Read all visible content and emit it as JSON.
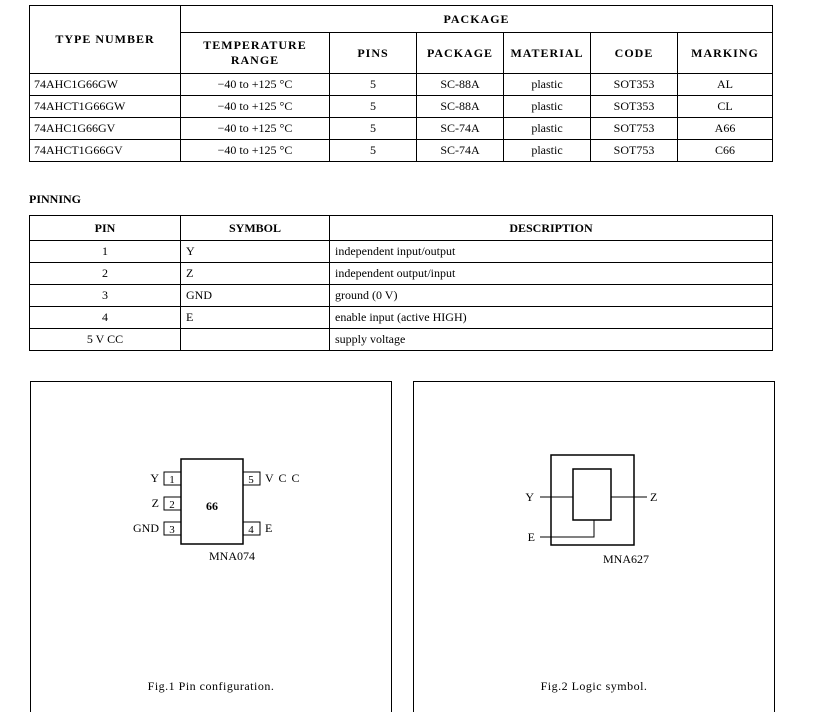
{
  "ordering_table": {
    "type_number_header": "TYPE NUMBER",
    "package_header": "PACKAGE",
    "columns": [
      "TEMPERATURE RANGE",
      "PINS",
      "PACKAGE",
      "MATERIAL",
      "CODE",
      "MARKING"
    ],
    "rows": [
      {
        "type": "74AHC1G66GW",
        "temp": "−40 to +125 °C",
        "pins": "5",
        "package": "SC-88A",
        "material": "plastic",
        "code": "SOT353",
        "marking": "AL"
      },
      {
        "type": "74AHCT1G66GW",
        "temp": "−40 to +125 °C",
        "pins": "5",
        "package": "SC-88A",
        "material": "plastic",
        "code": "SOT353",
        "marking": "CL"
      },
      {
        "type": "74AHC1G66GV",
        "temp": "−40 to +125 °C",
        "pins": "5",
        "package": "SC-74A",
        "material": "plastic",
        "code": "SOT753",
        "marking": "A66"
      },
      {
        "type": "74AHCT1G66GV",
        "temp": "−40 to +125 °C",
        "pins": "5",
        "package": "SC-74A",
        "material": "plastic",
        "code": "SOT753",
        "marking": "C66"
      }
    ]
  },
  "pinning": {
    "title": "PINNING",
    "headers": [
      "PIN",
      "SYMBOL",
      "DESCRIPTION"
    ],
    "rows": [
      {
        "pin": "1",
        "symbol": "Y",
        "description": "independent input/output"
      },
      {
        "pin": "2",
        "symbol": "Z",
        "description": "independent output/input"
      },
      {
        "pin": "3",
        "symbol": "GND",
        "description": "ground (0 V)"
      },
      {
        "pin": "4",
        "symbol": "E",
        "description": "enable input (active HIGH)"
      },
      {
        "pin": "5 V CC",
        "symbol": "",
        "description": "supply voltage"
      }
    ]
  },
  "figure1": {
    "chip_label": "66",
    "left_pins": [
      {
        "name": "Y",
        "num": "1"
      },
      {
        "name": "Z",
        "num": "2"
      },
      {
        "name": "GND",
        "num": "3"
      }
    ],
    "right_pins": [
      {
        "name": "V C C",
        "num": "5"
      },
      {
        "name": "E",
        "num": "4"
      }
    ],
    "ref": "MNA074",
    "caption": "Fig.1 Pin configuration."
  },
  "figure2": {
    "in_label": "Y",
    "out_label": "Z",
    "enable_label": "E",
    "ref": "MNA627",
    "caption": "Fig.2 Logic symbol."
  }
}
